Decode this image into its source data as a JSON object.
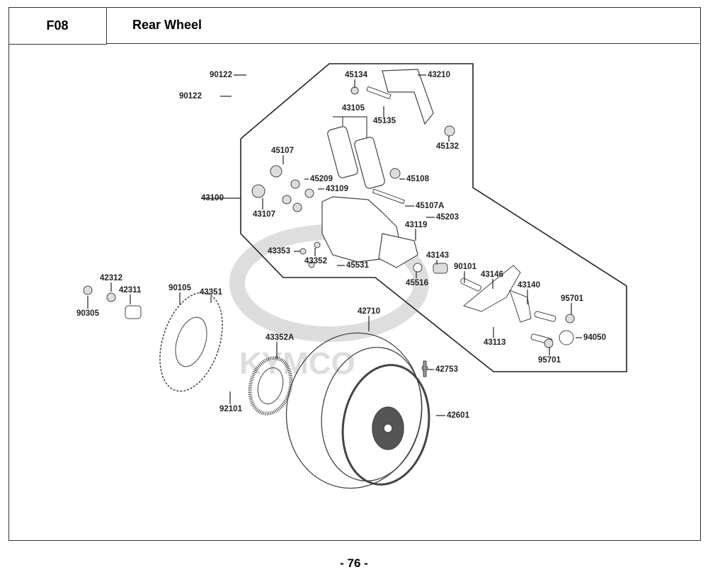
{
  "header": {
    "section_code": "F08",
    "title": "Rear Wheel"
  },
  "footer": {
    "page": "- 76 -"
  },
  "watermark": {
    "brand": "KYMCO"
  },
  "parts": [
    "90122",
    "90122",
    "45134",
    "43210",
    "43105",
    "45135",
    "45132",
    "45107",
    "45209",
    "45108",
    "43109",
    "43100",
    "43107",
    "45107A",
    "45203",
    "43119",
    "43353",
    "43143",
    "43352",
    "45531",
    "90101",
    "43146",
    "45516",
    "43140",
    "42312",
    "42311",
    "90105",
    "43351",
    "95701",
    "90305",
    "42710",
    "43113",
    "94050",
    "43352A",
    "95701",
    "42753",
    "92101",
    "42601"
  ]
}
